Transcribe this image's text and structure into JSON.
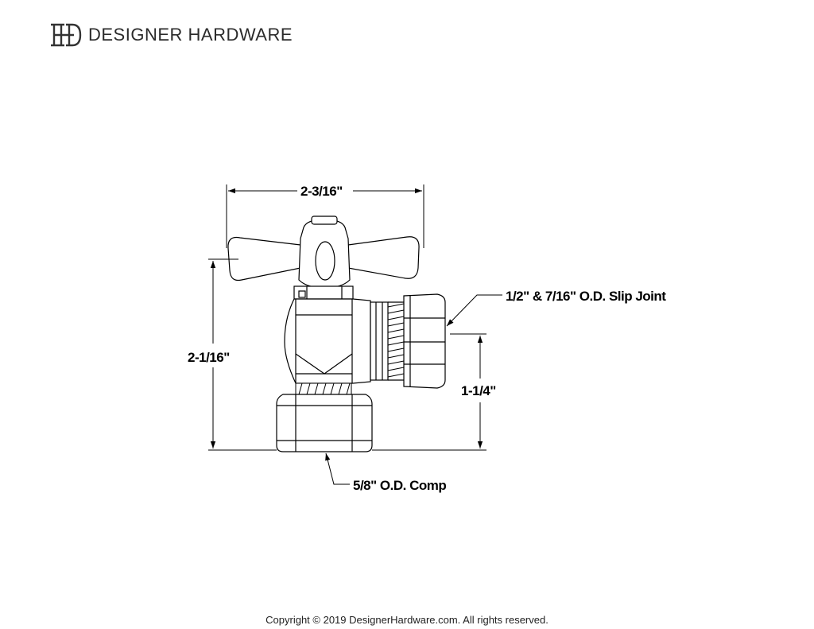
{
  "brand": {
    "name": "DESIGNER HARDWARE",
    "monogram": "DH",
    "logo_icon": "dh-monogram-icon"
  },
  "dimensions": {
    "width_top": "2-3/16\"",
    "height_left": "2-1/16\"",
    "height_right": "1-1/4\"",
    "outlet_label": "1/2\" & 7/16\" O.D. Slip Joint",
    "inlet_label": "5/8\" O.D. Comp"
  },
  "footer": {
    "copyright": "Copyright © 2019 DesignerHardware.com. All rights reserved."
  }
}
